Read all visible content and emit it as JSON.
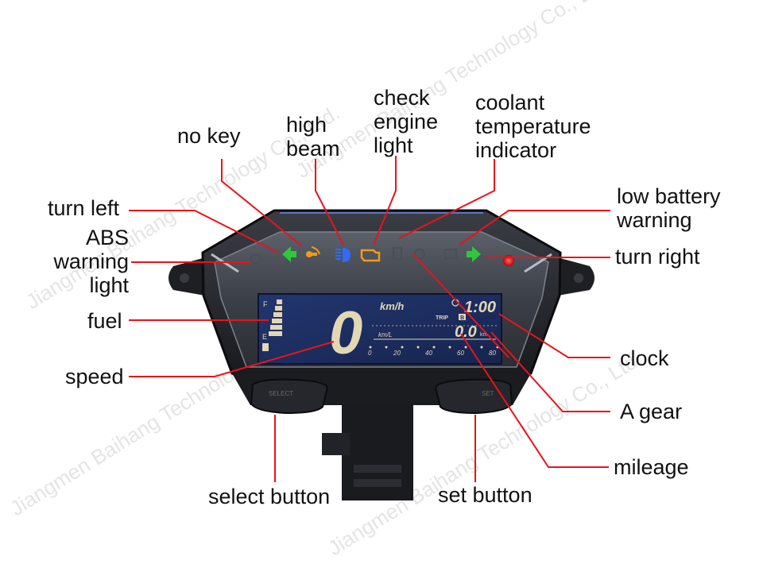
{
  "labels": {
    "no_key": "no key",
    "high_beam": "high\nbeam",
    "check_engine": "check\nengine\nlight",
    "coolant": "coolant\ntemperature\nindicator",
    "turn_left": "turn left",
    "abs": "ABS\nwarning\nlight",
    "fuel": "fuel",
    "speed": "speed",
    "low_battery": "low battery\nwarning",
    "turn_right": "turn right",
    "clock": "clock",
    "a_gear": "A gear",
    "mileage": "mileage",
    "select_button": "select button",
    "set_button": "set button"
  },
  "display": {
    "speed_value": "0",
    "speed_unit": "km/h",
    "clock_value": "1:00",
    "trip_label": "TRIP",
    "trip_flag": "B",
    "trip_value": "0.0",
    "trip_unit": "km",
    "consumption_unit": "km/L",
    "fuel_full": "F",
    "fuel_empty": "E",
    "scale_ticks": [
      "0",
      "20",
      "40",
      "60",
      "80"
    ]
  },
  "buttons": {
    "select": "SELECT",
    "set": "SET"
  },
  "watermark": "Jiangmen Baihang Technology Co., Ltd.",
  "colors": {
    "leader_line": "#e8141b",
    "turn_signal": "#2ec83a",
    "amber": "#f39a14",
    "high_beam": "#2f6bff",
    "lcd": "#1c2e63",
    "lcd_text": "#e3d7b4",
    "red_lamp": "#ff2a2a"
  }
}
